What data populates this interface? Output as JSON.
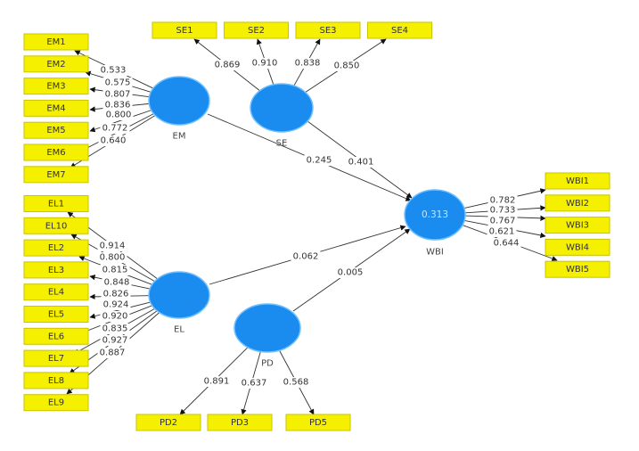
{
  "diagram": {
    "type": "PLS-SEM path model",
    "latents": [
      {
        "id": "EM",
        "label": "EM",
        "r2": null
      },
      {
        "id": "SE",
        "label": "SE",
        "r2": null
      },
      {
        "id": "EL",
        "label": "EL",
        "r2": null
      },
      {
        "id": "PD",
        "label": "PD",
        "r2": null
      },
      {
        "id": "WBI",
        "label": "WBI",
        "r2": "0.313"
      }
    ],
    "indicators": [
      {
        "id": "EM1",
        "label": "EM1",
        "latent": "EM",
        "loading": "0.533"
      },
      {
        "id": "EM2",
        "label": "EM2",
        "latent": "EM",
        "loading": "0.575"
      },
      {
        "id": "EM3",
        "label": "EM3",
        "latent": "EM",
        "loading": "0.807"
      },
      {
        "id": "EM4",
        "label": "EM4",
        "latent": "EM",
        "loading": "0.836"
      },
      {
        "id": "EM5",
        "label": "EM5",
        "latent": "EM",
        "loading": "0.800"
      },
      {
        "id": "EM6",
        "label": "EM6",
        "latent": "EM",
        "loading": "0.772"
      },
      {
        "id": "EM7",
        "label": "EM7",
        "latent": "EM",
        "loading": "0.640"
      },
      {
        "id": "SE1",
        "label": "SE1",
        "latent": "SE",
        "loading": "0.869"
      },
      {
        "id": "SE2",
        "label": "SE2",
        "latent": "SE",
        "loading": "0.910"
      },
      {
        "id": "SE3",
        "label": "SE3",
        "latent": "SE",
        "loading": "0.838"
      },
      {
        "id": "SE4",
        "label": "SE4",
        "latent": "SE",
        "loading": "0.850"
      },
      {
        "id": "EL1",
        "label": "EL1",
        "latent": "EL",
        "loading": "0.914"
      },
      {
        "id": "EL10",
        "label": "EL10",
        "latent": "EL",
        "loading": "0.800"
      },
      {
        "id": "EL2",
        "label": "EL2",
        "latent": "EL",
        "loading": "0.815"
      },
      {
        "id": "EL3",
        "label": "EL3",
        "latent": "EL",
        "loading": "0.848"
      },
      {
        "id": "EL4",
        "label": "EL4",
        "latent": "EL",
        "loading": "0.826"
      },
      {
        "id": "EL5",
        "label": "EL5",
        "latent": "EL",
        "loading": "0.924"
      },
      {
        "id": "EL6",
        "label": "EL6",
        "latent": "EL",
        "loading": "0.920"
      },
      {
        "id": "EL7",
        "label": "EL7",
        "latent": "EL",
        "loading": "0.835"
      },
      {
        "id": "EL8",
        "label": "EL8",
        "latent": "EL",
        "loading": "0.927"
      },
      {
        "id": "EL9",
        "label": "EL9",
        "latent": "EL",
        "loading": "0.887"
      },
      {
        "id": "PD2",
        "label": "PD2",
        "latent": "PD",
        "loading": "0.891"
      },
      {
        "id": "PD3",
        "label": "PD3",
        "latent": "PD",
        "loading": "0.637"
      },
      {
        "id": "PD5",
        "label": "PD5",
        "latent": "PD",
        "loading": "0.568"
      },
      {
        "id": "WBI1",
        "label": "WBI1",
        "latent": "WBI",
        "loading": "0.782"
      },
      {
        "id": "WBI2",
        "label": "WBI2",
        "latent": "WBI",
        "loading": "0.733"
      },
      {
        "id": "WBI3",
        "label": "WBI3",
        "latent": "WBI",
        "loading": "0.767"
      },
      {
        "id": "WBI4",
        "label": "WBI4",
        "latent": "WBI",
        "loading": "0.621"
      },
      {
        "id": "WBI5",
        "label": "WBI5",
        "latent": "WBI",
        "loading": "0.644"
      }
    ],
    "paths": [
      {
        "from": "EM",
        "to": "WBI",
        "coefficient": "0.245"
      },
      {
        "from": "SE",
        "to": "WBI",
        "coefficient": "0.401"
      },
      {
        "from": "EL",
        "to": "WBI",
        "coefficient": "0.062"
      },
      {
        "from": "PD",
        "to": "WBI",
        "coefficient": "0.005"
      }
    ],
    "colors": {
      "latent_fill": "#1a8cf0",
      "indicator_fill": "#f5f000",
      "edge": "#333333"
    }
  }
}
